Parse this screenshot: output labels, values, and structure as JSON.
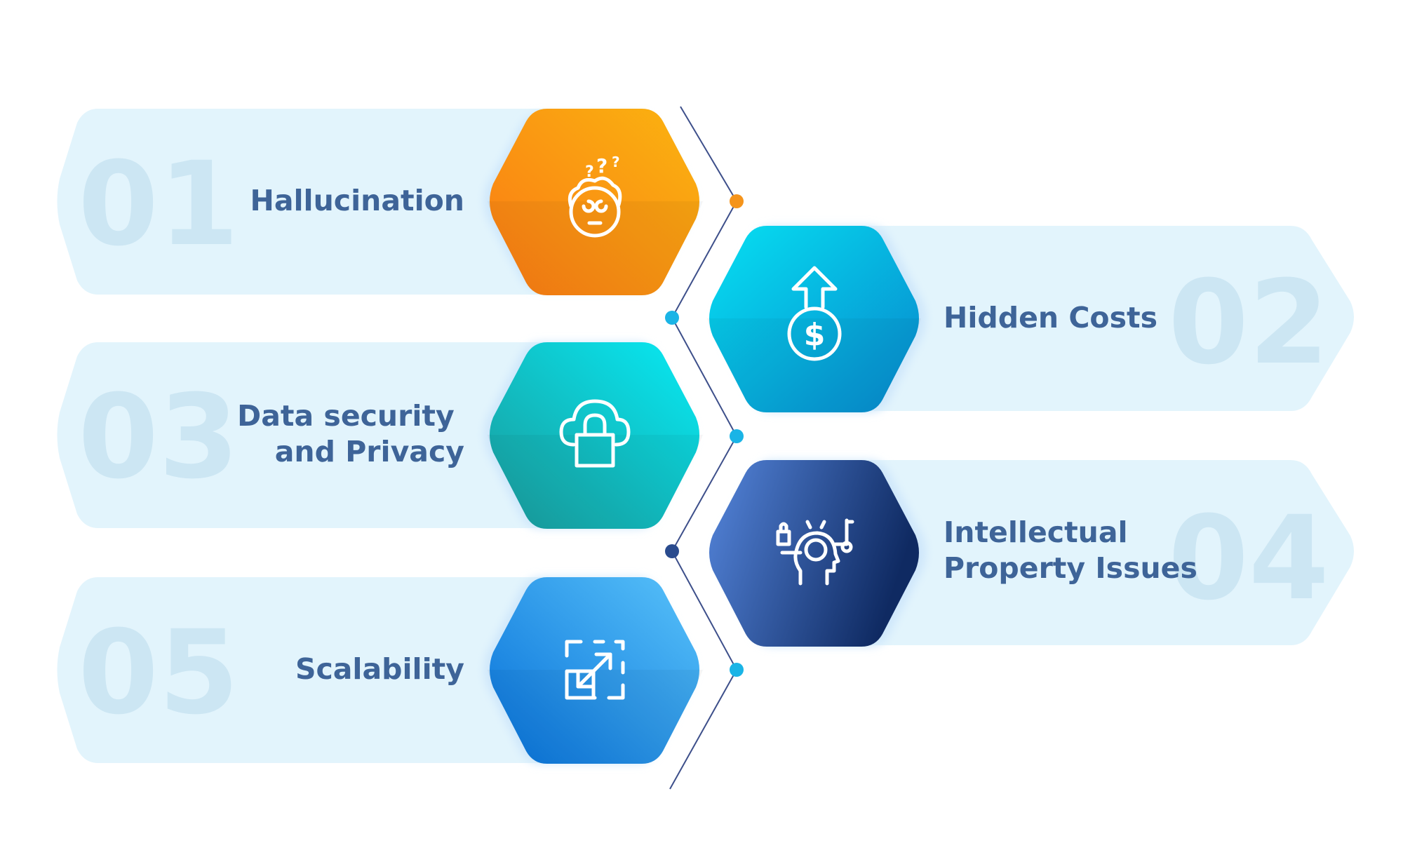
{
  "items": [
    {
      "number": "01",
      "label_lines": [
        "Hallucination"
      ],
      "icon": "confused-person-icon",
      "colors": [
        "#f97a14",
        "#fbb410"
      ]
    },
    {
      "number": "02",
      "label_lines": [
        "Hidden Costs"
      ],
      "icon": "rising-cost-icon",
      "colors": [
        "#06e0f2",
        "#0786cc"
      ]
    },
    {
      "number": "03",
      "label_lines": [
        "Data security",
        "and Privacy"
      ],
      "icon": "cloud-lock-icon",
      "colors": [
        "#1a9a9a",
        "#07eaf4"
      ]
    },
    {
      "number": "04",
      "label_lines": [
        "Intellectual",
        "Property Issues"
      ],
      "icon": "idea-protection-icon",
      "colors": [
        "#5586dc",
        "#0f2a62"
      ]
    },
    {
      "number": "05",
      "label_lines": [
        "Scalability"
      ],
      "icon": "resize-arrows-icon",
      "colors": [
        "#0670d8",
        "#58c2fa"
      ]
    }
  ],
  "connector": {
    "line_color": "#3d4f8a",
    "dot_colors": [
      "#f5941b",
      "#1ab4e6",
      "#1ab4e6",
      "#2a4b8e",
      "#1ab4e6"
    ]
  },
  "band_color": "#e2f4fc"
}
